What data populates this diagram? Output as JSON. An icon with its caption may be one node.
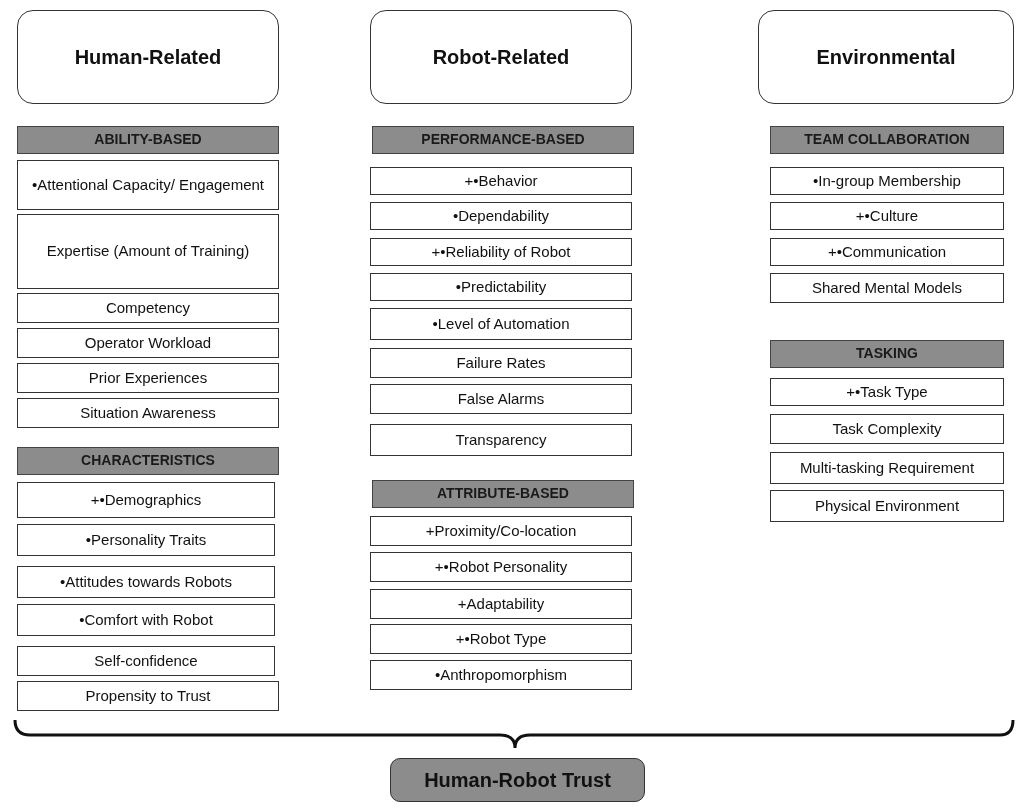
{
  "diagram": {
    "nodes": [
      {
        "text": [
          "Human-Related"
        ]
      },
      {
        "text": [
          "ABILITY-BASED"
        ]
      },
      {
        "text": [
          "•Attentional Capacity/ Engagement"
        ]
      },
      {
        "text": [
          "Expertise (Amount of Training)"
        ]
      },
      {
        "text": [
          "Competency"
        ]
      },
      {
        "text": [
          "Operator Workload"
        ]
      },
      {
        "text": [
          "Prior Experiences"
        ]
      },
      {
        "text": [
          "Situation Awareness"
        ]
      },
      {
        "text": [
          "CHARACTERISTICS"
        ]
      },
      {
        "text": [
          "+•Demographics"
        ]
      },
      {
        "text": [
          "•Personality Traits"
        ]
      },
      {
        "text": [
          "•Attitudes towards Robots"
        ]
      },
      {
        "text": [
          "•Comfort with Robot"
        ]
      },
      {
        "text": [
          "Self-confidence"
        ]
      },
      {
        "text": [
          "Propensity to Trust"
        ]
      },
      {
        "text": [
          "Robot-Related"
        ]
      },
      {
        "text": [
          "PERFORMANCE-BASED"
        ]
      },
      {
        "text": [
          "+•Behavior"
        ]
      },
      {
        "text": [
          "•Dependability"
        ]
      },
      {
        "text": [
          "+•Reliability of Robot"
        ]
      },
      {
        "text": [
          "•Predictability"
        ]
      },
      {
        "text": [
          "•Level of Automation"
        ]
      },
      {
        "text": [
          "Failure Rates"
        ]
      },
      {
        "text": [
          "False Alarms"
        ]
      },
      {
        "text": [
          "Transparency"
        ]
      },
      {
        "text": [
          "ATTRIBUTE-BASED"
        ]
      },
      {
        "text": [
          "+Proximity/Co-location"
        ]
      },
      {
        "text": [
          "+•Robot Personality"
        ]
      },
      {
        "text": [
          "+Adaptability"
        ]
      },
      {
        "text": [
          "+•Robot Type"
        ]
      },
      {
        "text": [
          "•Anthropomorphism"
        ]
      },
      {
        "text": [
          "Environmental"
        ]
      },
      {
        "text": [
          "TEAM COLLABORATION"
        ]
      },
      {
        "text": [
          "•In-group Membership"
        ]
      },
      {
        "text": [
          "+•Culture"
        ]
      },
      {
        "text": [
          "+•Communication"
        ]
      },
      {
        "text": [
          "Shared Mental Models"
        ]
      },
      {
        "text": [
          "TASKING"
        ]
      },
      {
        "text": [
          "+•Task Type"
        ]
      },
      {
        "text": [
          "Task Complexity"
        ]
      },
      {
        "text": [
          "Multi-tasking Requirement"
        ]
      },
      {
        "text": [
          "Physical Environment"
        ]
      },
      {
        "text": [
          "Human-Robot Trust"
        ]
      }
    ]
  }
}
